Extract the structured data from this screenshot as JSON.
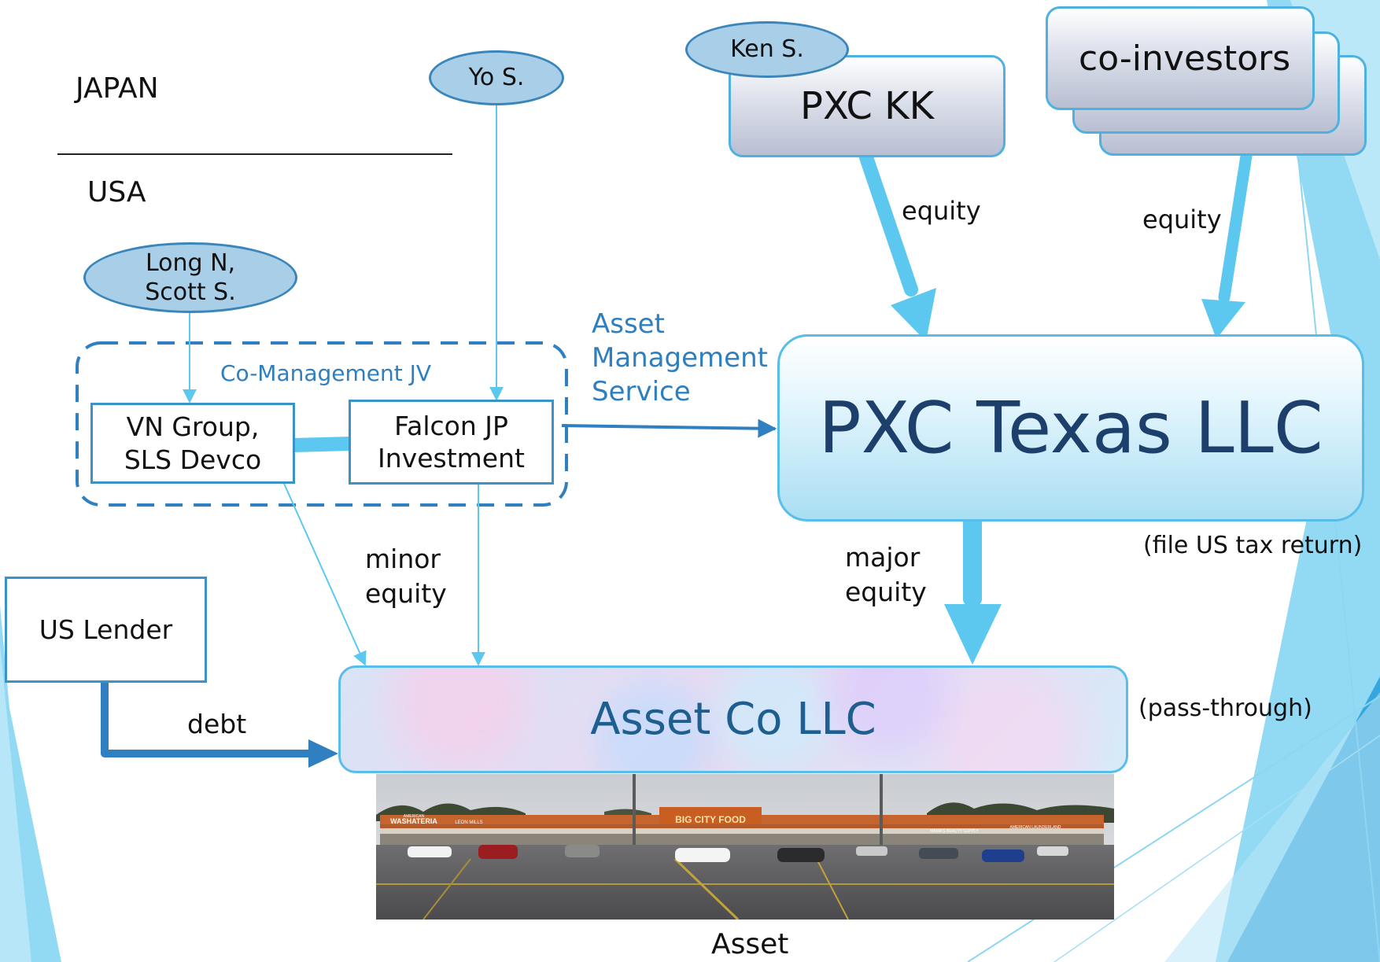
{
  "regions": {
    "top": "JAPAN",
    "bottom": "USA"
  },
  "people": {
    "yo": "Yo S.",
    "ken": "Ken S.",
    "long_line1": "Long N,",
    "long_line2": "Scott S."
  },
  "entities": {
    "pxc_kk": "PXC KK",
    "co_investors": "co-investors",
    "pxc_texas": "PXC Texas LLC",
    "vn_line1": "VN Group,",
    "vn_line2": "SLS Devco",
    "falcon_line1": "Falcon JP",
    "falcon_line2": "Investment",
    "us_lender": "US Lender",
    "asset_co": "Asset Co LLC",
    "asset": "Asset"
  },
  "group_label": "Co-Management JV",
  "flows": {
    "equity_kk": "equity",
    "equity_co": "equity",
    "asset_mgmt_1": "Asset",
    "asset_mgmt_2": "Management",
    "asset_mgmt_3": "Service",
    "minor_1": "minor",
    "minor_2": "equity",
    "major_1": "major",
    "major_2": "equity",
    "debt": "debt"
  },
  "notes": {
    "tax": "(file US tax return)",
    "pass": "(pass-through)"
  },
  "photo_signs": {
    "store": "BIG CITY FOOD",
    "laundry": "WASHATERIA",
    "laundry_small": "AMERICAN",
    "laundry_sub": "LEON MILLS",
    "beauty": "MAMA'S BEAUTY SUPPLY",
    "laundry_right": "AMERICAN LAUNDERLAND"
  },
  "colors": {
    "arrow_light": "#5cc8ef",
    "arrow_dark": "#2f7fc1",
    "box_border": "#3a93c6",
    "title_dark": "#1d3f6b",
    "accent_text": "#2f7fbf"
  }
}
